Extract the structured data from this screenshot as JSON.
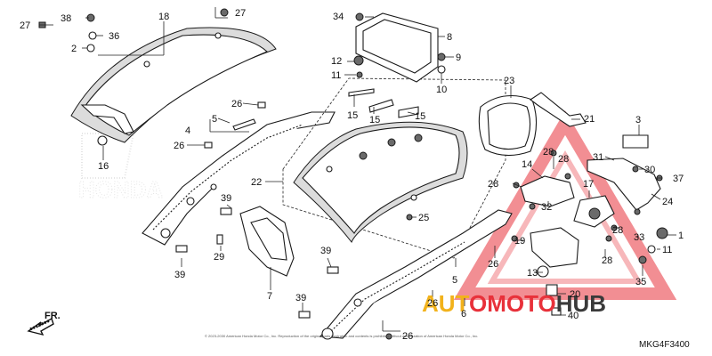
{
  "diagram_code": "MKG4F3400",
  "copyright_notice": "© 2023-2030 American Honda Motor Co., Inc. Reproduction of the original parts illustration and contents is prohibited without authorization of American Honda Motor Co., Inc.",
  "direction_label": "FR.",
  "watermark": {
    "prefix": "AUT",
    "middle": "OMOTO",
    "suffix": "HUB",
    "prefix_color": "#f2b21b",
    "middle_color": "#e8313a",
    "suffix_color": "#3a3a3a"
  },
  "background_brand": "HONDA",
  "callouts": [
    {
      "id": "c27a",
      "text": "27"
    },
    {
      "id": "c38",
      "text": "38"
    },
    {
      "id": "c36",
      "text": "36"
    },
    {
      "id": "c2",
      "text": "2"
    },
    {
      "id": "c18",
      "text": "18"
    },
    {
      "id": "c27b",
      "text": "27"
    },
    {
      "id": "c34",
      "text": "34"
    },
    {
      "id": "c8",
      "text": "8"
    },
    {
      "id": "c12",
      "text": "12"
    },
    {
      "id": "c9",
      "text": "9"
    },
    {
      "id": "c11a",
      "text": "11"
    },
    {
      "id": "c10",
      "text": "10"
    },
    {
      "id": "c23",
      "text": "23"
    },
    {
      "id": "c21",
      "text": "21"
    },
    {
      "id": "c3",
      "text": "3"
    },
    {
      "id": "c26a",
      "text": "26"
    },
    {
      "id": "c5a",
      "text": "5"
    },
    {
      "id": "c4",
      "text": "4"
    },
    {
      "id": "c26b",
      "text": "26"
    },
    {
      "id": "c16",
      "text": "16"
    },
    {
      "id": "c15a",
      "text": "15"
    },
    {
      "id": "c15b",
      "text": "15"
    },
    {
      "id": "c15c",
      "text": "15"
    },
    {
      "id": "c22",
      "text": "22"
    },
    {
      "id": "c14",
      "text": "14"
    },
    {
      "id": "c28a",
      "text": "28"
    },
    {
      "id": "c28b",
      "text": "28"
    },
    {
      "id": "c28c",
      "text": "28"
    },
    {
      "id": "c31",
      "text": "31"
    },
    {
      "id": "c30",
      "text": "30"
    },
    {
      "id": "c37",
      "text": "37"
    },
    {
      "id": "c17",
      "text": "17"
    },
    {
      "id": "c32",
      "text": "32"
    },
    {
      "id": "c24",
      "text": "24"
    },
    {
      "id": "c28d",
      "text": "28"
    },
    {
      "id": "c33",
      "text": "33"
    },
    {
      "id": "c1",
      "text": "1"
    },
    {
      "id": "c11b",
      "text": "11"
    },
    {
      "id": "c39a",
      "text": "39"
    },
    {
      "id": "c25",
      "text": "25"
    },
    {
      "id": "c19",
      "text": "19"
    },
    {
      "id": "c29",
      "text": "29"
    },
    {
      "id": "c39b",
      "text": "39"
    },
    {
      "id": "c39c",
      "text": "39"
    },
    {
      "id": "c26c",
      "text": "26"
    },
    {
      "id": "c28e",
      "text": "28"
    },
    {
      "id": "c13",
      "text": "13"
    },
    {
      "id": "c35",
      "text": "35"
    },
    {
      "id": "c5b",
      "text": "5"
    },
    {
      "id": "c7",
      "text": "7"
    },
    {
      "id": "c20",
      "text": "20"
    },
    {
      "id": "c39d",
      "text": "39"
    },
    {
      "id": "c26d",
      "text": "26"
    },
    {
      "id": "c6",
      "text": "6"
    },
    {
      "id": "c40",
      "text": "40"
    },
    {
      "id": "c26e",
      "text": "26"
    }
  ]
}
